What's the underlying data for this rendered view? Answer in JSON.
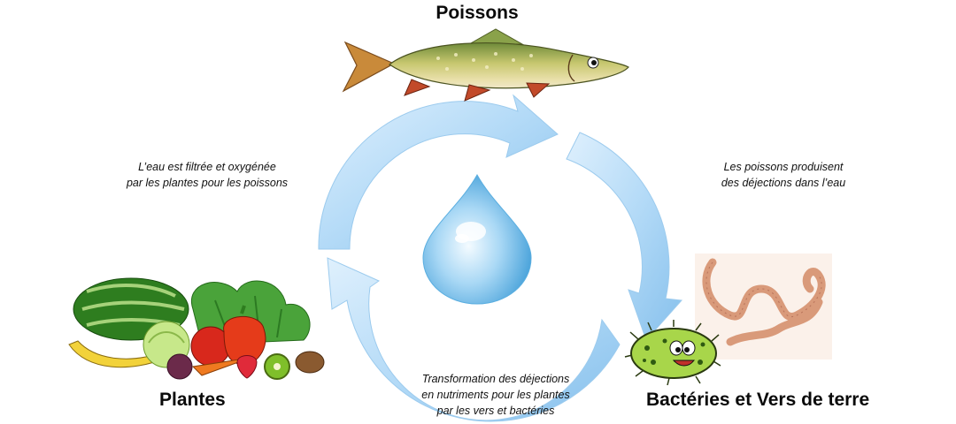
{
  "nodes": {
    "fish": {
      "label": "Poissons",
      "icon": "fish-icon"
    },
    "plants": {
      "label": "Plantes",
      "icon": "vegetables-icon"
    },
    "decomposers": {
      "label": "Bactéries et Vers de terre",
      "icons": [
        "bacteria-icon",
        "earthworm-icon"
      ]
    },
    "center": {
      "icon": "water-drop-icon"
    }
  },
  "captions": {
    "fish_to_decomposers": {
      "line1": "Les poissons produisent",
      "line2": "des déjections dans l’eau"
    },
    "decomposers_to_plants": {
      "line1": "Transformation des déjections",
      "line2": "en nutriments pour les plantes",
      "line3": "par les vers et bactéries"
    },
    "plants_to_fish": {
      "line1": "L’eau est filtrée et oxygénée",
      "line2": "par les plantes pour les poissons"
    }
  },
  "colors": {
    "arrow_light": "#c7e4fa",
    "arrow_dark": "#8cc4ef",
    "drop_light": "#e8f6ff",
    "drop_dark": "#3f9fd9",
    "fish_body": "#c9c46a",
    "worm": "#e3a98a",
    "bacteria": "#a8d64a"
  }
}
